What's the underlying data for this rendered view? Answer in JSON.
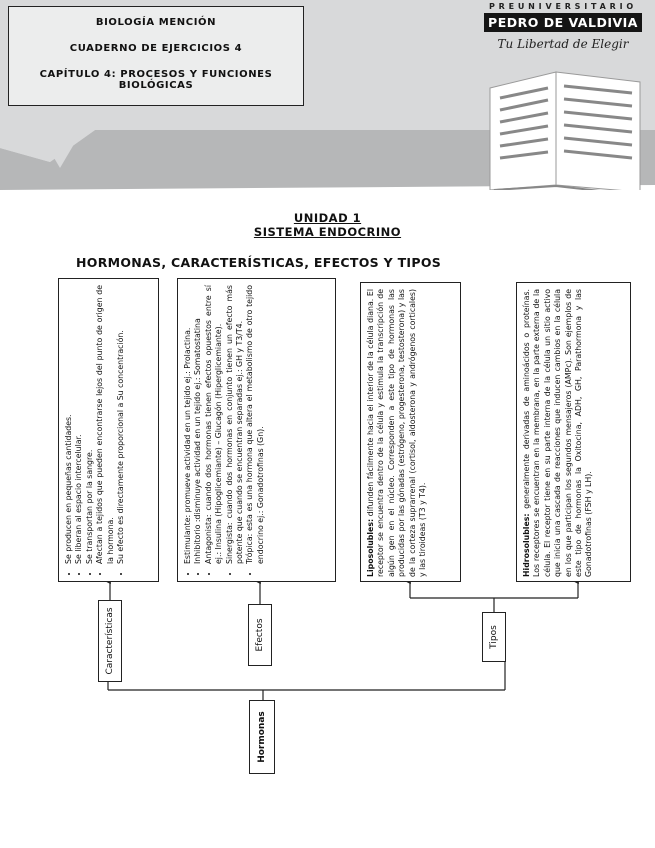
{
  "header": {
    "line1": "BIOLOGÍA MENCIÓN",
    "line2": "CUADERNO DE EJERCICIOS 4",
    "line3": "CAPÍTULO 4: PROCESOS Y FUNCIONES BIOLÓGICAS"
  },
  "brand": {
    "top": "PREUNIVERSITARIO",
    "name": "PEDRO DE VALDIVIA",
    "tagline": "Tu Libertad de Elegir"
  },
  "unit": {
    "title": "UNIDAD 1",
    "subtitle": "SISTEMA ENDOCRINO"
  },
  "section_heading": "HORMONAS, CARACTERÍSTICAS, EFECTOS Y TIPOS",
  "diagram": {
    "root": "Hormonas",
    "branches": {
      "caracteristicas": "Características",
      "efectos": "Efectos",
      "tipos": "Tipos"
    },
    "caracteristicas_items": [
      "Se producen en pequeñas cantidades.",
      "Se liberan al espacio intercelular.",
      "Se transportan por la sangre.",
      "Afectan a tejidos que pueden encontrarse lejos del punto de origen de la hormona.",
      "Su efecto es directamente proporcional a Su concentración."
    ],
    "efectos_items": [
      "Estimulante: promueve actividad en un tejido ej.: Prolactina.",
      "Inhibitorio :disminuye actividad en un tejido ej.: Somatostatina",
      "Antagonista: cuando dos hormonas tienen efectos opuestos entre sí ej.: Insulina (Hipoglicemiante) – Glucagón (Hiperglicemiante).",
      "Sinergista: cuando dos hormonas en conjunto tienen un efecto más potente que cuando se encuentran separadas ej.: GH y T3/T4.",
      "Trópica: esta es una hormona que altera el metabolismo de otro tejido endocrino ej.: Gonadotrofinas (Gn)."
    ],
    "liposolubles": {
      "term": "Liposolubles:",
      "text": " difunden fácilmente hacia el interior de la célula diana. El receptor se encuentra dentro de la célula y estimula la transcripción de algún gen en el núcleo. Corresponden a este tipo de hormonas las producidas por las gónadas (estrógeno, progesterona, testosterona) y las de la corteza suprarrenal (cortisol, aldosterona y andrógenos corticales) y las tiroideas (T3 y T4)."
    },
    "hidrosolubles": {
      "term": "Hidrosolubles:",
      "text": " generalmente derivadas de aminoácidos o proteínas. Los receptores se encuentran en la membrana, en la parte externa de la célula. El receptor tiene en su parte interna de la célula un sitio activo que inicia una cascada de reacciones que inducen cambios en la célula en los que participan los segundos mensajeros (AMPc). Son ejemplos de este tipo de hormonas la Oxitocina, ADH, GH, Parathormona y las Gonadotrofinas (FSH y LH)."
    }
  }
}
